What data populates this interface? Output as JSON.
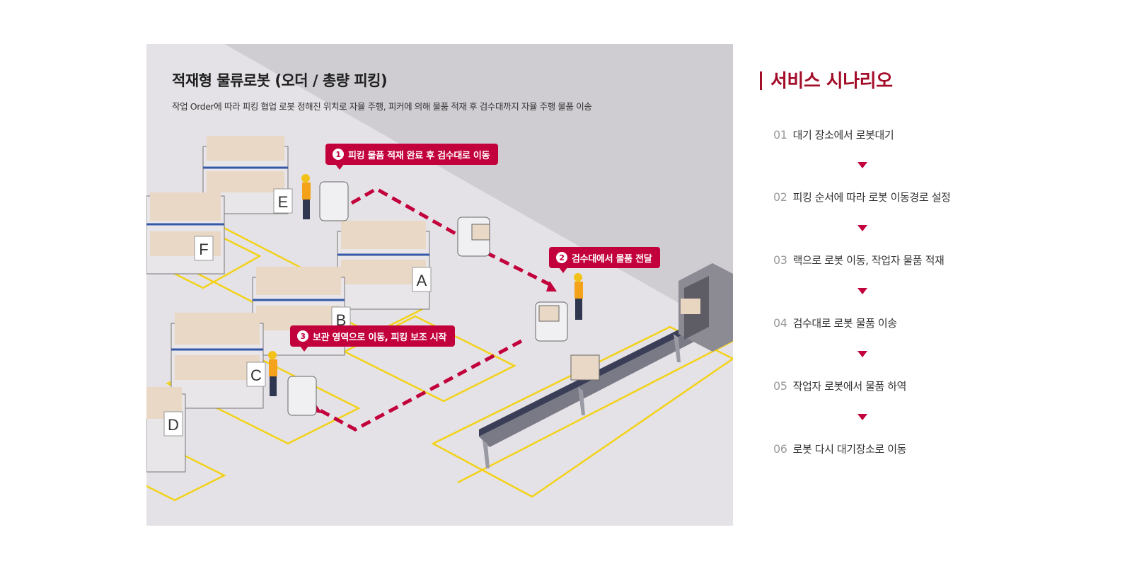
{
  "illustration": {
    "title": "적재형 물류로봇 (오더 / 총량 피킹)",
    "subtitle": "작업 Order에 따라 피킹 협업 로봇 정해진 위치로 자율 주행, 피커에 의해 물품 적재 후 검수대까지 자율 주행 물품 이송",
    "callouts": [
      {
        "num": "1",
        "text": "피킹 물품 적재 완료 후 검수대로 이동"
      },
      {
        "num": "2",
        "text": "검수대에서 물품 전달"
      },
      {
        "num": "3",
        "text": "보관 영역으로 이동, 피킹 보조 시작"
      }
    ],
    "rack_labels": [
      "E",
      "F",
      "A",
      "B",
      "C",
      "D"
    ]
  },
  "scenario": {
    "title": "서비스 시나리오",
    "steps": [
      {
        "num": "01",
        "text": "대기 장소에서 로봇대기"
      },
      {
        "num": "02",
        "text": "피킹 순서에 따라 로봇 이동경로 설정"
      },
      {
        "num": "03",
        "text": "랙으로 로봇 이동, 작업자 물품 적재"
      },
      {
        "num": "04",
        "text": "검수대로 로봇 물품 이송"
      },
      {
        "num": "05",
        "text": "작업자 로봇에서 물품 하역"
      },
      {
        "num": "06",
        "text": "로봇 다시 대기장소로 이동"
      }
    ]
  },
  "colors": {
    "accent": "#c2003c",
    "title_red": "#a30d2a",
    "floor": "#e4e2e6",
    "wall": "#cfcdd2",
    "tape": "#f3d21a"
  }
}
